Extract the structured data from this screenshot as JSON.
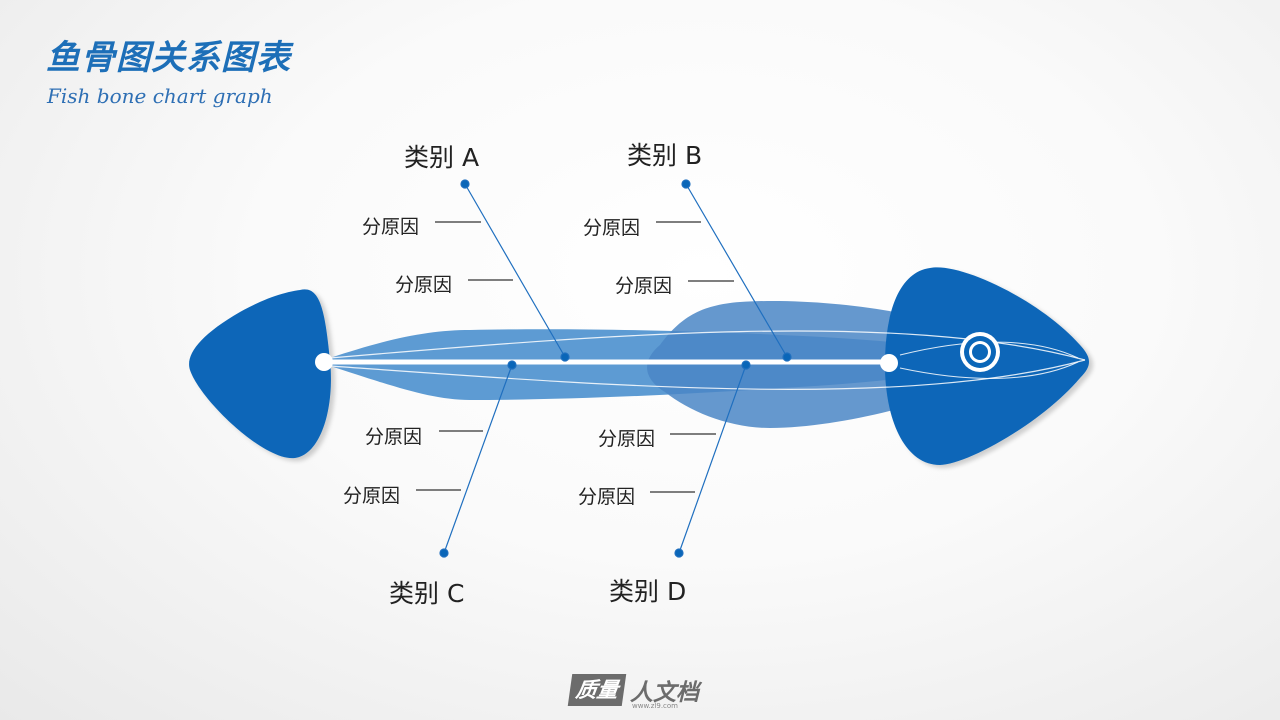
{
  "title": "鱼骨图关系图表",
  "subtitle": "Fish bone chart graph",
  "colors": {
    "primary": "#0a66b8",
    "body": "#5d9bd3",
    "body_dark": "#4a86c6",
    "spine": "#ffffff",
    "connector": "#1f6fbf",
    "text": "#222222"
  },
  "categories": [
    {
      "id": "A",
      "label": "类别 A",
      "causes": [
        "分原因",
        "分原因"
      ]
    },
    {
      "id": "B",
      "label": "类别 B",
      "causes": [
        "分原因",
        "分原因"
      ]
    },
    {
      "id": "C",
      "label": "类别 C",
      "causes": [
        "分原因",
        "分原因"
      ]
    },
    {
      "id": "D",
      "label": "类别 D",
      "causes": [
        "分原因",
        "分原因"
      ]
    }
  ],
  "watermark": {
    "box_text": "质量",
    "text": "人文档",
    "url": "www.zl9.com"
  }
}
